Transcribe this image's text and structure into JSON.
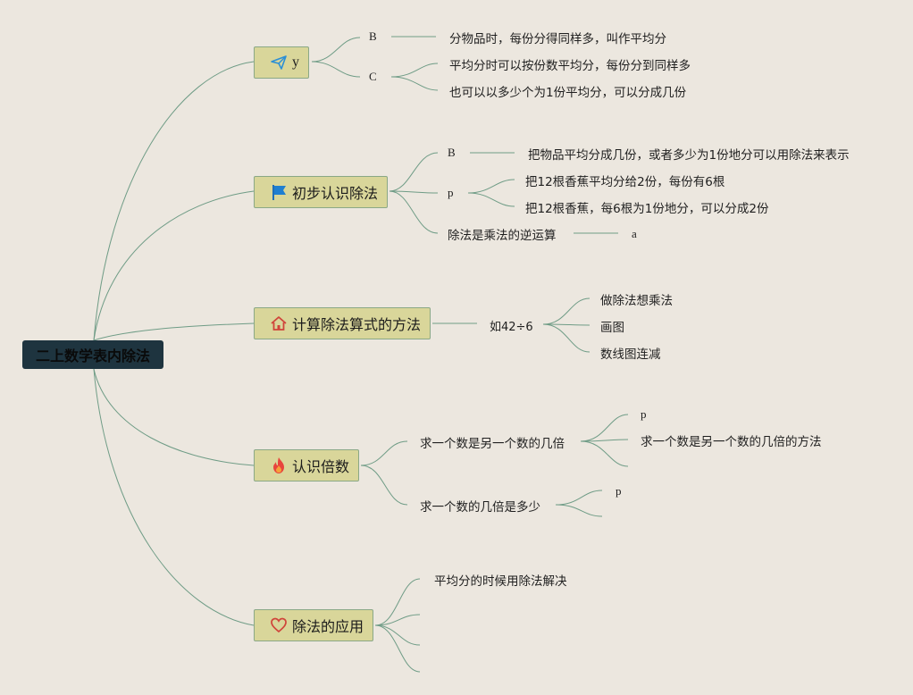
{
  "root": {
    "label": "二上数学表内除法"
  },
  "branches": [
    {
      "label": "y",
      "icon": "paper-plane-icon",
      "children": [
        {
          "label": "B",
          "children": [
            {
              "label": "分物品时，每份分得同样多，叫作平均分"
            }
          ]
        },
        {
          "label": "C",
          "children": [
            {
              "label": "平均分时可以按份数平均分，每份分到同样多"
            },
            {
              "label": "也可以以多少个为1份平均分，可以分成几份"
            }
          ]
        }
      ]
    },
    {
      "label": "初步认识除法",
      "icon": "blue-flag-icon",
      "children": [
        {
          "label": "B",
          "children": [
            {
              "label": "把物品平均分成几份，或者多少为1份地分可以用除法来表示"
            }
          ]
        },
        {
          "label": "p",
          "children": [
            {
              "label": "把12根香蕉平均分给2份，每份有6根"
            },
            {
              "label": "把12根香蕉，每6根为1份地分，可以分成2份"
            }
          ]
        },
        {
          "label": "除法是乘法的逆运算",
          "children": [
            {
              "label": "a"
            }
          ]
        }
      ]
    },
    {
      "label": "计算除法算式的方法",
      "icon": "house-icon",
      "children": [
        {
          "label": "如42÷6",
          "children": [
            {
              "label": "做除法想乘法"
            },
            {
              "label": "画图"
            },
            {
              "label": "数线图连减"
            }
          ]
        }
      ]
    },
    {
      "label": "认识倍数",
      "icon": "fire-icon",
      "children": [
        {
          "label": "求一个数是另一个数的几倍",
          "children": [
            {
              "label": "p"
            },
            {
              "label": "求一个数是另一个数的几倍的方法"
            },
            {
              "label": ""
            }
          ]
        },
        {
          "label": "求一个数的几倍是多少",
          "children": [
            {
              "label": "p"
            },
            {
              "label": ""
            }
          ]
        }
      ]
    },
    {
      "label": "除法的应用",
      "icon": "heart-icon",
      "children": [
        {
          "label": "平均分的时候用除法解决"
        },
        {
          "label": ""
        },
        {
          "label": ""
        },
        {
          "label": ""
        }
      ]
    }
  ],
  "colors": {
    "background": "#ece7df",
    "line": "#6f9c86",
    "root_fill": "#1e343f",
    "branch_fill": "#d9d69a",
    "branch_border": "#8aa886"
  }
}
